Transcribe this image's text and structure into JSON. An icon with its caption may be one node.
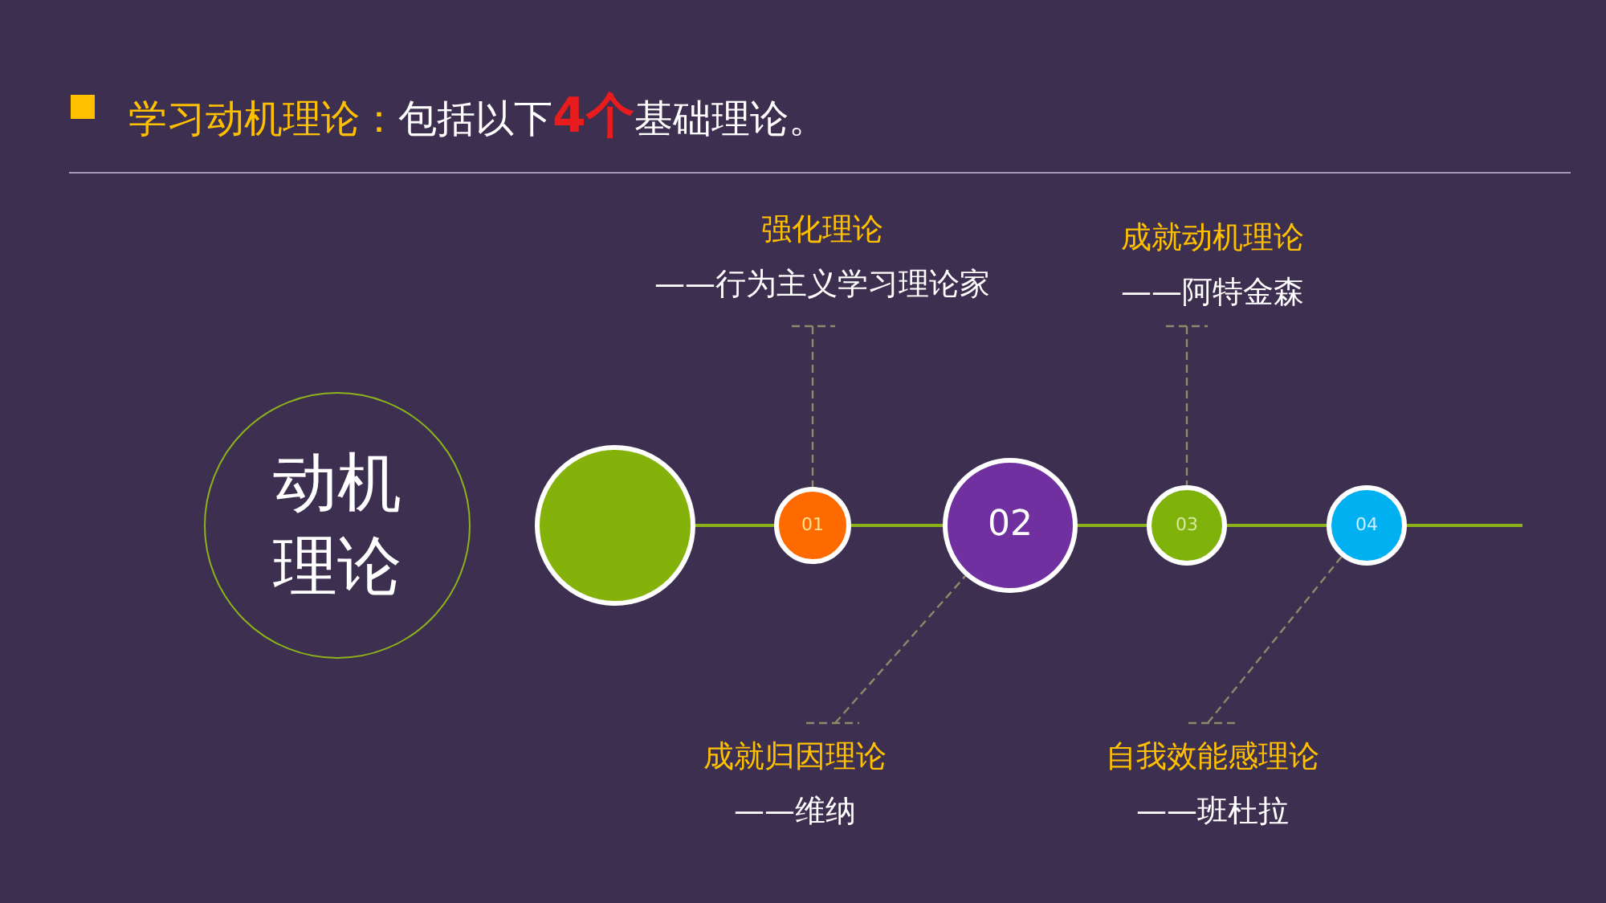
{
  "diagram": {
    "title": "**学习动机理论：**包括以下**4个**基础理论。",
    "nodes": [
      {
        "text": [
          "动机理论"
        ]
      },
      {
        "text": [],
        "shape": "circle"
      },
      {
        "text": [
          "01"
        ]
      },
      {
        "text": [
          "02"
        ]
      },
      {
        "text": [
          "03"
        ]
      },
      {
        "text": [
          "04"
        ]
      },
      {
        "text": [
          "强化理论",
          "——行为主义学习理论家"
        ]
      },
      {
        "text": [
          "成就动机理论",
          "——阿特金森"
        ]
      },
      {
        "text": [
          "成就归因理论",
          "——维纳"
        ]
      },
      {
        "text": [
          "自我效能感理论",
          "——班杜拉"
        ]
      }
    ],
    "edges": [
      {
        "from": 1,
        "to": 2,
        "arrow": "none"
      },
      {
        "from": 2,
        "to": 3,
        "arrow": "none"
      },
      {
        "from": 3,
        "to": 4,
        "arrow": "none"
      },
      {
        "from": 4,
        "to": 5,
        "arrow": "none"
      },
      {
        "from": 5,
        "to": null,
        "arrow": "none"
      },
      {
        "from": 6,
        "to": 2,
        "arrow": "none",
        "style": "dashed",
        "color": "#8c8a6a"
      },
      {
        "from": 7,
        "to": 4,
        "arrow": "none",
        "style": "dashed",
        "color": "#8c8a6a"
      },
      {
        "from": 8,
        "to": 3,
        "arrow": "none",
        "style": "dashed",
        "color": "#8c8a6a"
      },
      {
        "from": 9,
        "to": 5,
        "arrow": "none",
        "style": "dashed",
        "color": "#8c8a6a"
      }
    ]
  }
}
